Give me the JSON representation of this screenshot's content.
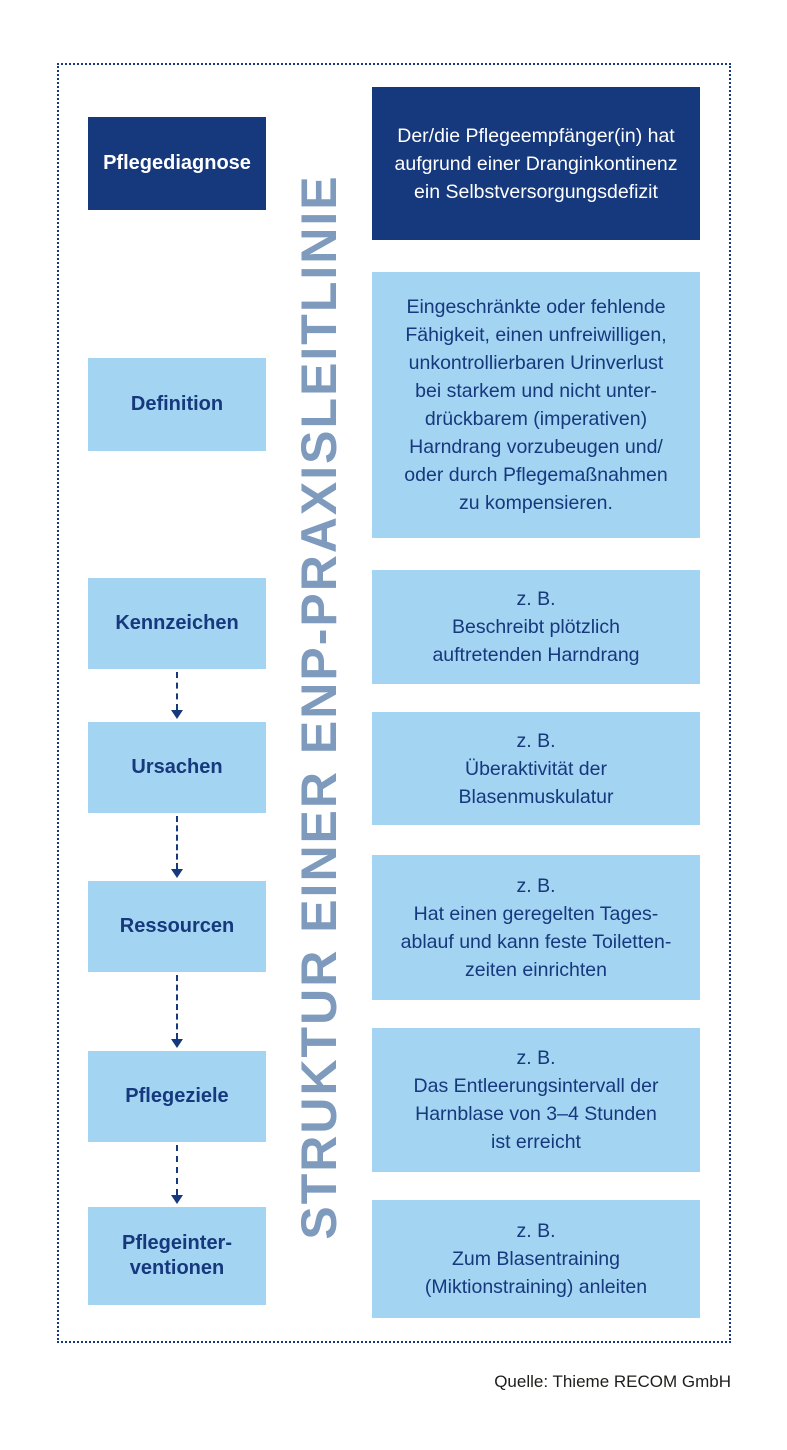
{
  "title": "STRUKTUR EINER ENP-PRAXISLEITLINIE",
  "source": "Quelle: Thieme RECOM GmbH",
  "colors": {
    "navy": "#16387C",
    "light_blue": "#A3D4F2",
    "title_blue": "#7E9ABC",
    "white": "#FFFFFF"
  },
  "rows": [
    {
      "label": "Pflegediagnose",
      "content": "Der/die Pflegeempfänger(in) hat\naufgrund einer Dranginkontinenz\nein Selbstversorgungsdefizit"
    },
    {
      "label": "Definition",
      "content": "Eingeschränkte oder fehlende\nFähigkeit, einen unfreiwilligen,\nunkontrollierbaren Urinverlust\nbei starkem und nicht unter-\ndrückbarem (imperativen)\nHarndrang vorzubeugen und/\noder durch Pflegemaßnahmen\nzu kompensieren."
    },
    {
      "label": "Kennzeichen",
      "content": "z. B.\nBeschreibt plötzlich\nauftretenden Harndrang"
    },
    {
      "label": "Ursachen",
      "content": "z. B.\nÜberaktivität der\nBlasenmuskulatur"
    },
    {
      "label": "Ressourcen",
      "content": "z. B.\nHat einen geregelten Tages-\nablauf und kann feste Toiletten-\nzeiten einrichten"
    },
    {
      "label": "Pflegeziele",
      "content": "z. B.\nDas Entleerungsintervall der\nHarnblase von 3–4 Stunden\nist erreicht"
    },
    {
      "label": "Pflegeinter-\nventionen",
      "content": "z. B.\nZum Blasentraining\n(Miktionstraining) anleiten"
    }
  ]
}
